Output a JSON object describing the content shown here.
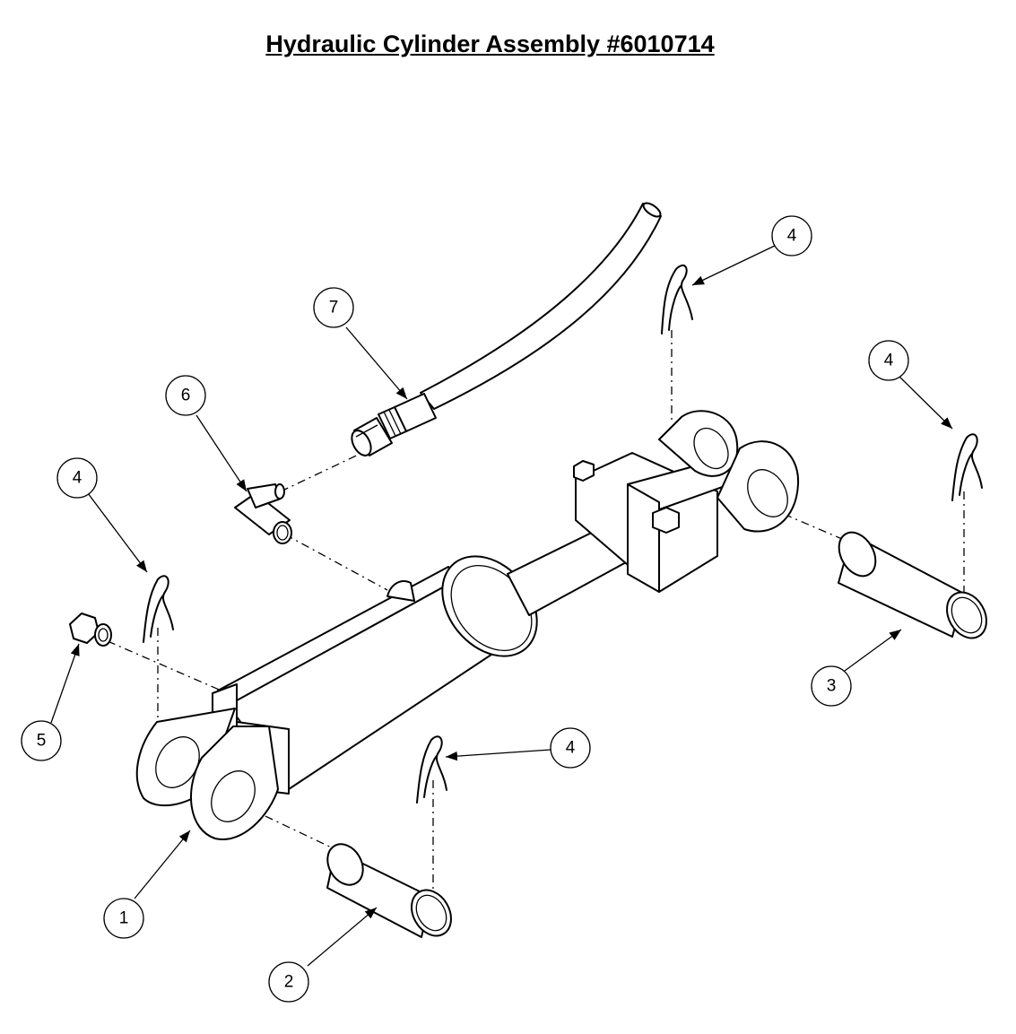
{
  "title": "Hydraulic Cylinder Assembly #6010714",
  "balloons": [
    {
      "id": "b1",
      "label": "1"
    },
    {
      "id": "b2",
      "label": "2"
    },
    {
      "id": "b3",
      "label": "3"
    },
    {
      "id": "b4a",
      "label": "4"
    },
    {
      "id": "b4b",
      "label": "4"
    },
    {
      "id": "b4c",
      "label": "4"
    },
    {
      "id": "b4d",
      "label": "4"
    },
    {
      "id": "b5",
      "label": "5"
    },
    {
      "id": "b6",
      "label": "6"
    },
    {
      "id": "b7",
      "label": "7"
    }
  ]
}
